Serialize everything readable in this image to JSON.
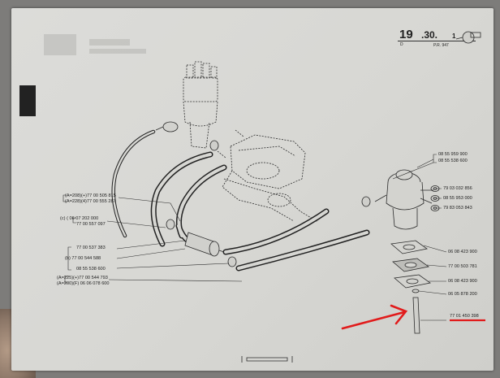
{
  "header": {
    "section_number": "19",
    "section_sub": ".30.",
    "section_sub_index": "1",
    "letter": "D",
    "pr_ref": "P.R. 947"
  },
  "left_refs": {
    "a_group": [
      "(A=208)(+)77 00 505 815",
      "(A=228)(4)77 00 555 287"
    ],
    "c_group": [
      "(c) ( 06 07 202 000",
      "77 00 557 097"
    ],
    "b_group": [
      "77 00 537 383",
      "(b) 77 00 544 588",
      "08 55 538 600"
    ],
    "bottom_group": [
      "(A=225)(+)77 00 544 793",
      "(A=200)(F) 06 06 078 600"
    ]
  },
  "right_refs": {
    "top_group": [
      "08 55 959 900",
      "08 55 538 600"
    ],
    "valve_group": [
      "79 03 032 856",
      "08 55 953 000",
      "79 83 053 843"
    ],
    "gasket_group": [
      "06 08 423 900",
      "77 00 503 781",
      "06 08 423 900",
      "06 05 878 200"
    ],
    "bottom_ref": "77 01 450 398"
  },
  "annotations": {
    "arrow_color": "#e11b1b",
    "underline_color": "#e11b1b"
  }
}
